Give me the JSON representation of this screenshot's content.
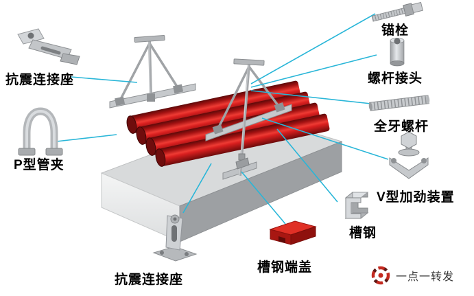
{
  "labels": {
    "seismic_connector_top": "抗震连接座",
    "p_pipe_clamp": "P型管夹",
    "anchor_bolt": "锚栓",
    "rod_coupling": "螺杆接头",
    "full_thread_rod": "全牙螺杆",
    "v_stiffener": "V型加劲装置",
    "channel_steel": "槽钢",
    "channel_end_cap": "槽钢端盖",
    "seismic_connector_bottom": "抗震连接座"
  },
  "watermark": {
    "text": "一点一转发"
  },
  "colors": {
    "callout_line": "#29b6d8",
    "pipe_red": "#c01616",
    "end_cap_red": "#cf2218",
    "slab_gray": "#d8dadb",
    "label_text": "#000000",
    "watermark_text": "#3a3a3a"
  },
  "icons": {
    "watermark_logo": "red-segmented-ring"
  }
}
